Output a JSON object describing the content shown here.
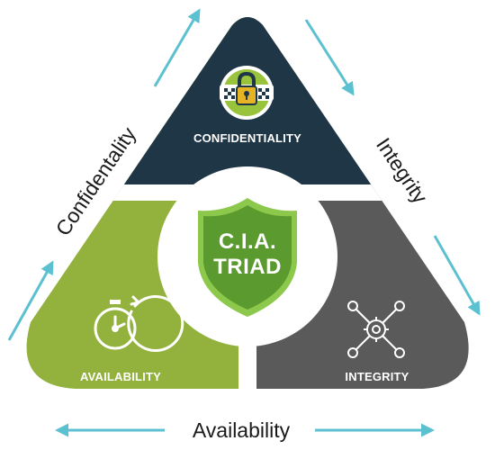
{
  "center": {
    "line1": "C.I.A.",
    "line2": "TRIAD"
  },
  "segments": {
    "confidentiality": {
      "label": "CONFIDENTIALITY",
      "color": "#1f3646"
    },
    "availability": {
      "label": "AVAILABILITY",
      "color": "#93b23d"
    },
    "integrity": {
      "label": "INTEGRITY",
      "color": "#5a5a5a"
    }
  },
  "sides": {
    "left": "Confidentality",
    "right": "Integrity",
    "bottom": "Availability"
  },
  "colors": {
    "arrow": "#5bc0d0",
    "shield_fill": "#5a9a2e",
    "shield_outline": "#8cc84b",
    "lock_ring": "#9ac33c",
    "lock_body": "#e5b323"
  },
  "icons": [
    "padlock-icon",
    "stopwatch-icon",
    "gears-network-icon"
  ]
}
